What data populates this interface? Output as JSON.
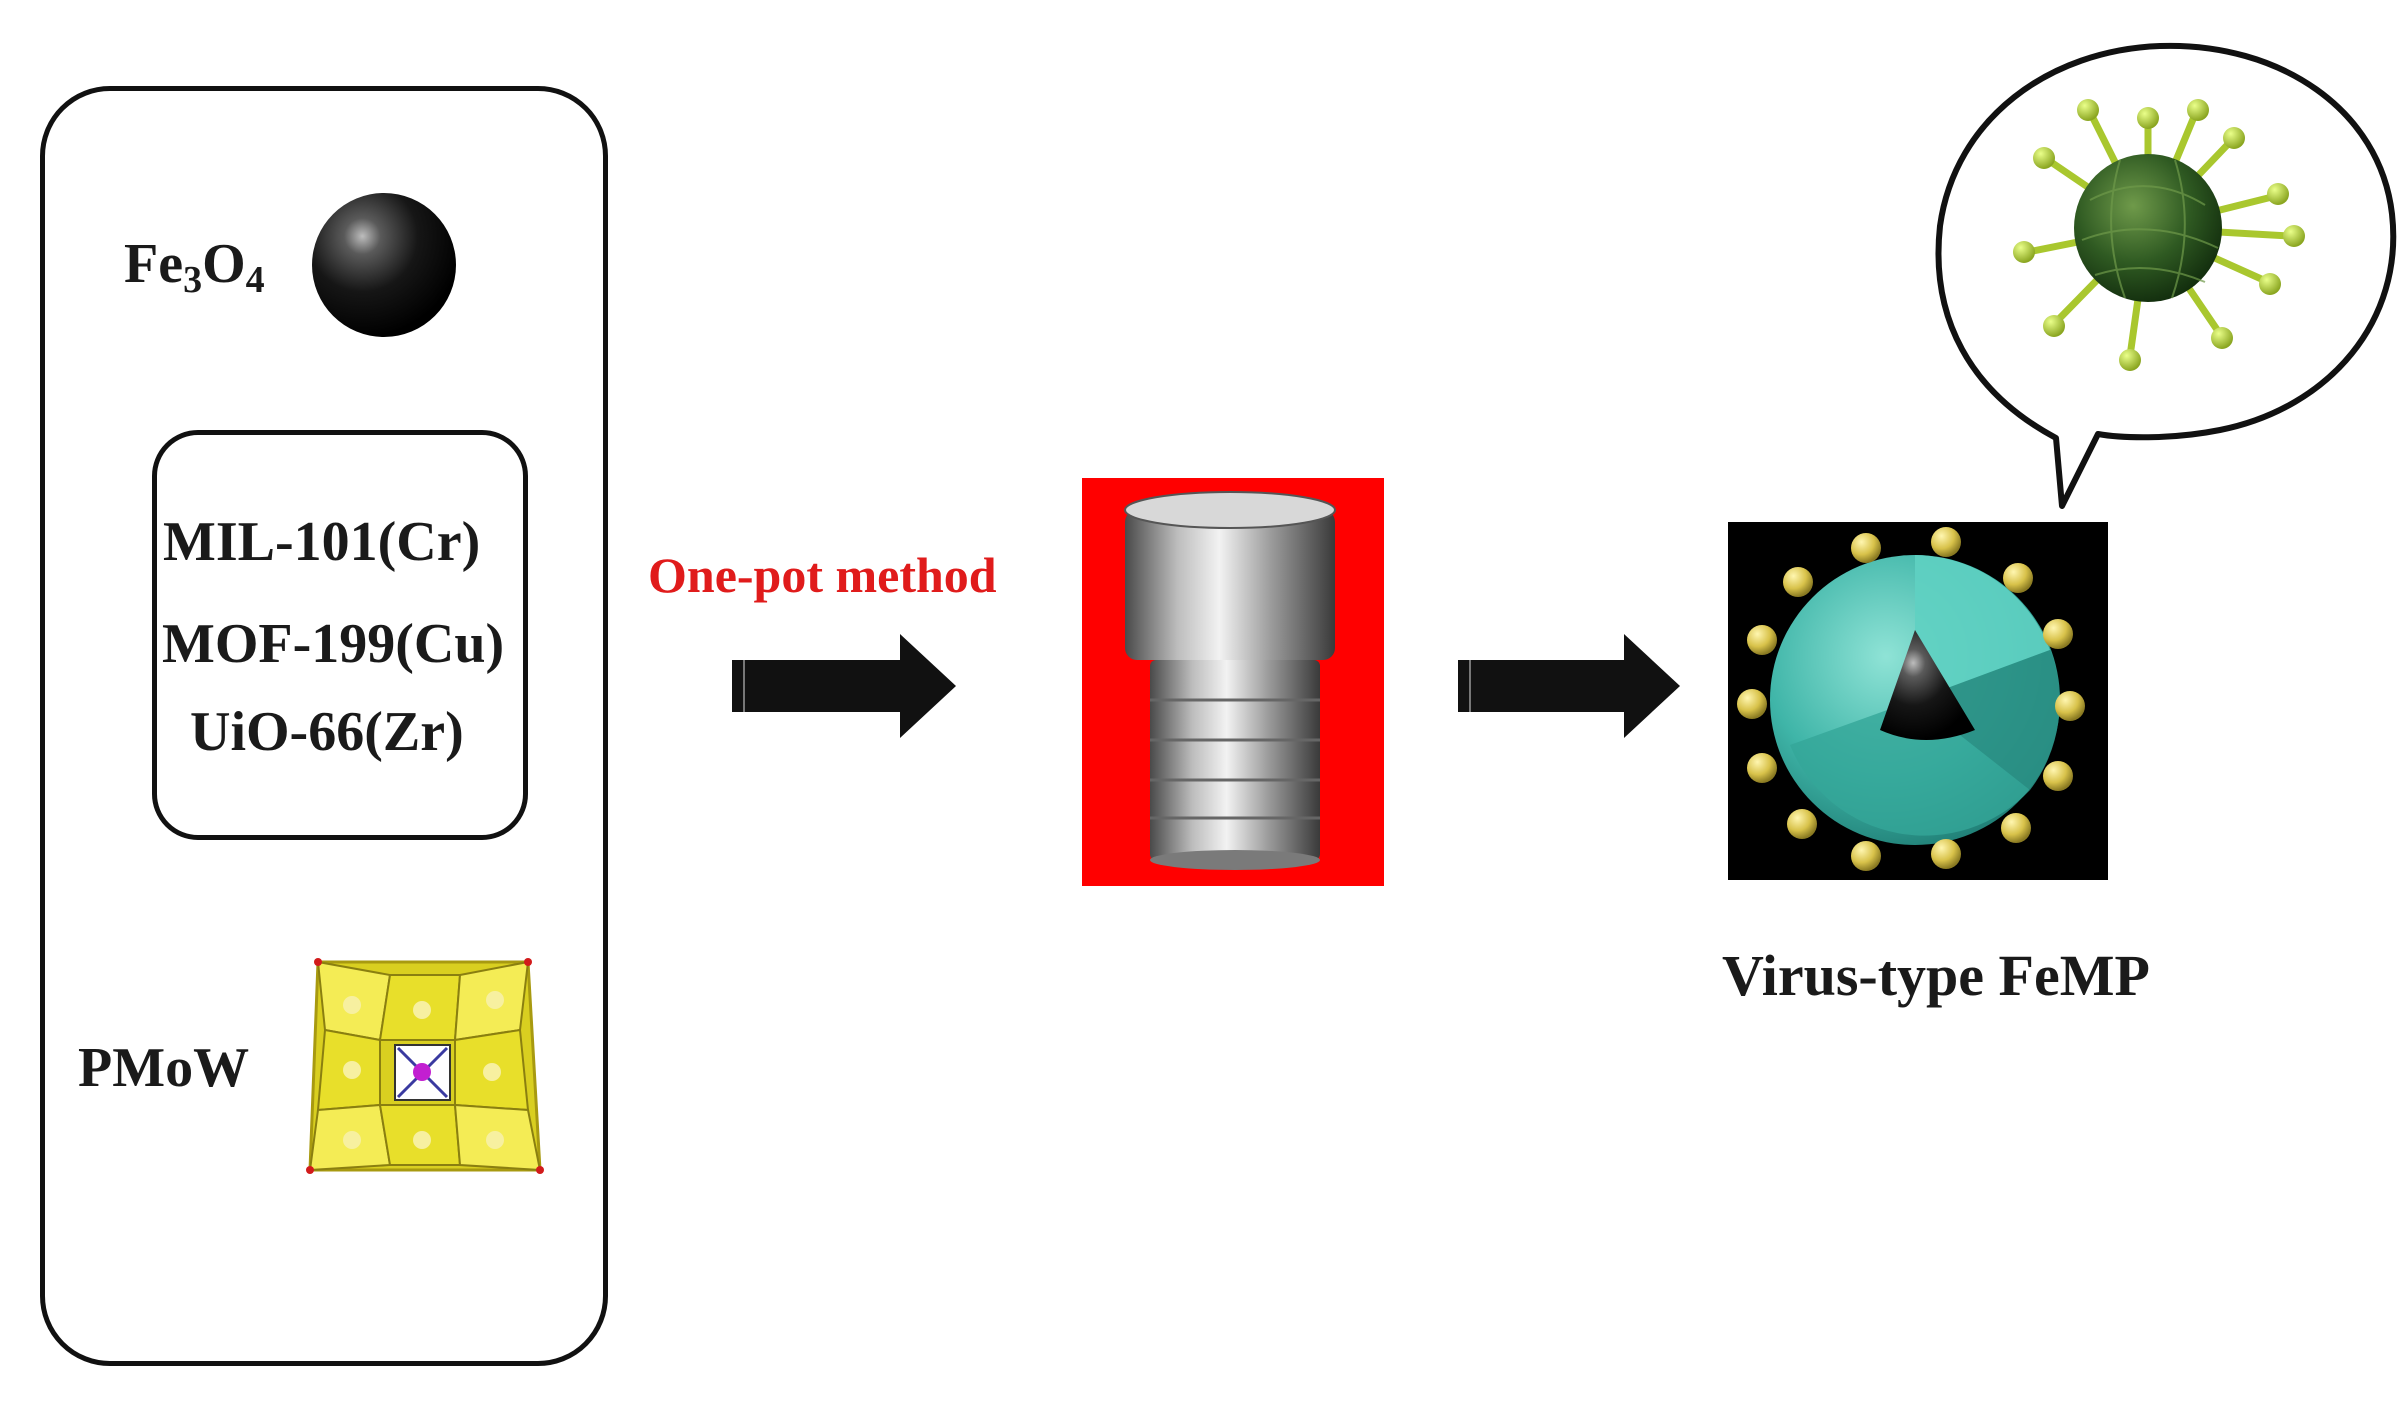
{
  "components": {
    "iron_oxide": {
      "label_main": "Fe",
      "label_sub1": "3",
      "label_mid": "O",
      "label_sub2": "4"
    },
    "mofs": [
      "MIL-101(Cr)",
      "MOF-199(Cu)",
      "UiO-66(Zr)"
    ],
    "polyoxometalate": {
      "label": "PMoW"
    }
  },
  "process": {
    "label": "One-pot method"
  },
  "product": {
    "label": "Virus-type FeMP"
  },
  "colors": {
    "arrow": "#111111",
    "method_text": "#e01b1b",
    "autoclave_background": "#ff0000",
    "shell": "#3fb5a8",
    "core": "#1a1a1a",
    "particles": "#e6d35a",
    "virus": "#2f5a22",
    "spikes": "#b7d33c",
    "pom": "#e8df2a"
  }
}
